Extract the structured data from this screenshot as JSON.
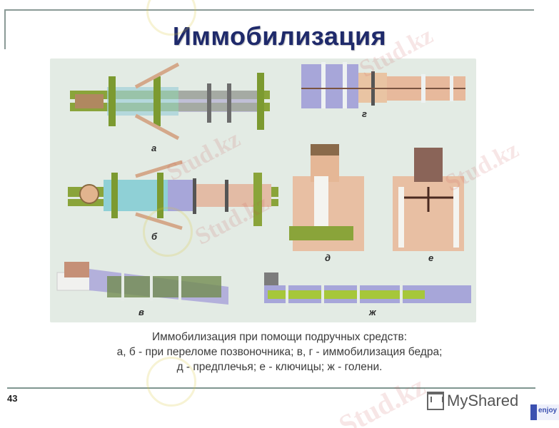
{
  "slide": {
    "title": "Иммобилизация",
    "page_number": "43",
    "caption": {
      "line1": "Иммобилизация при помощи подручных средств:",
      "line2": "а, б - при переломе позвоночника; в, г - иммобилизация бедра;",
      "line3": "д - предплечья; е - ключицы; ж - голени."
    },
    "figure": {
      "labels": {
        "a": "а",
        "b": "б",
        "v": "в",
        "g": "г",
        "d": "д",
        "e": "е",
        "zh": "ж"
      }
    }
  },
  "branding": {
    "logo_text": "MyShared",
    "badge_text": "enjoy"
  },
  "watermark": {
    "text": "Stud.kz"
  },
  "colors": {
    "title": "#1f2a6b",
    "figure_bg": "#e3ebe4",
    "splint_green": "#8aa43a",
    "bandage_blue": "#9fd0d8",
    "skin": "#e9b99a",
    "lavender": "#a8a6d8",
    "rule": "#8a9a96"
  }
}
